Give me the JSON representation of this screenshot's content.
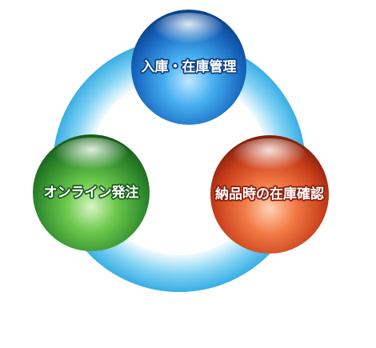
{
  "diagram": {
    "type": "cycle",
    "nodes": [
      {
        "id": "top",
        "label": "入庫・在庫管理",
        "color": "#1e7fd0",
        "outline": "#0b3d7a"
      },
      {
        "id": "left",
        "label": "オンライン発注",
        "color": "#3da63a",
        "outline": "#1b5e1e"
      },
      {
        "id": "right",
        "label": "納品時の在庫確認",
        "color": "#e2562a",
        "outline": "#8a1c0c"
      }
    ],
    "ring_color": "#5ec4ee"
  }
}
